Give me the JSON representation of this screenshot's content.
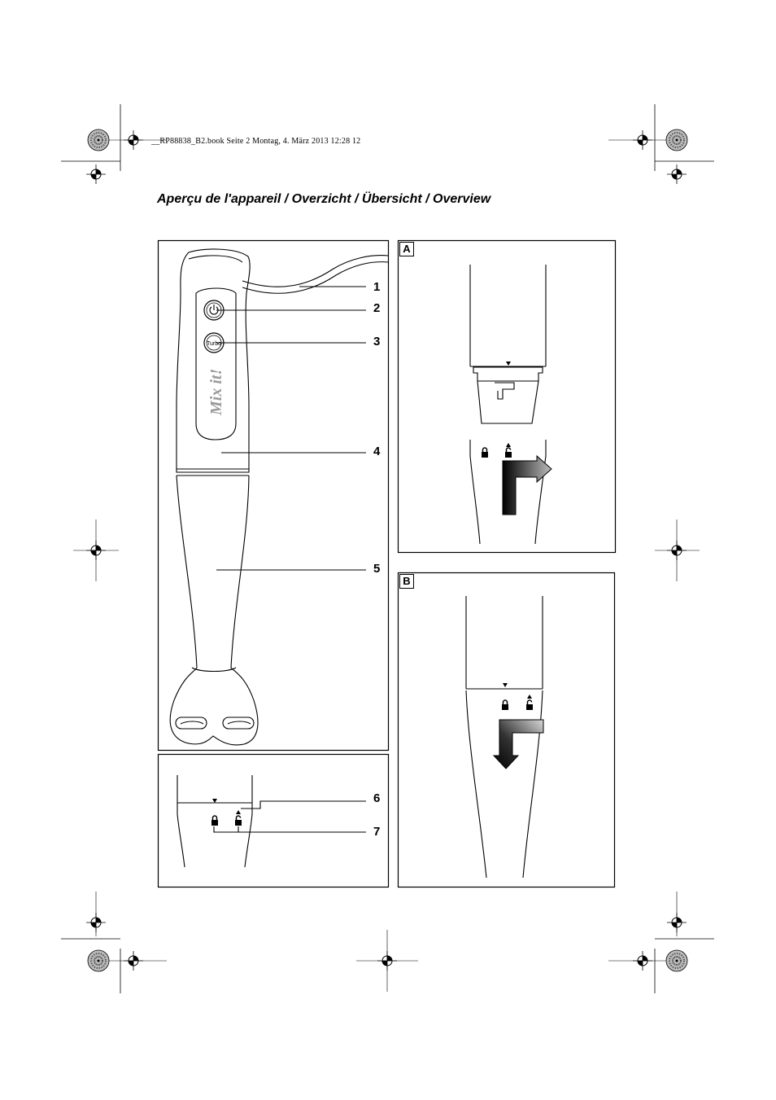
{
  "header": {
    "book_line": "__RP88838_B2.book  Seite 2  Montag, 4. März 2013  12:28 12"
  },
  "title": "Aperçu de l'appareil / Overzicht / Übersicht / Overview",
  "callouts": [
    "1",
    "2",
    "3",
    "4",
    "5",
    "6",
    "7"
  ],
  "panels": {
    "a_label": "A",
    "b_label": "B"
  },
  "device": {
    "turbo_label": "Turbo",
    "brand_logo": "Mix it!"
  },
  "icons": [
    "registration-mark-icon",
    "color-wheel-icon",
    "lock-icon",
    "unlock-icon",
    "power-icon",
    "arrow-icon"
  ]
}
